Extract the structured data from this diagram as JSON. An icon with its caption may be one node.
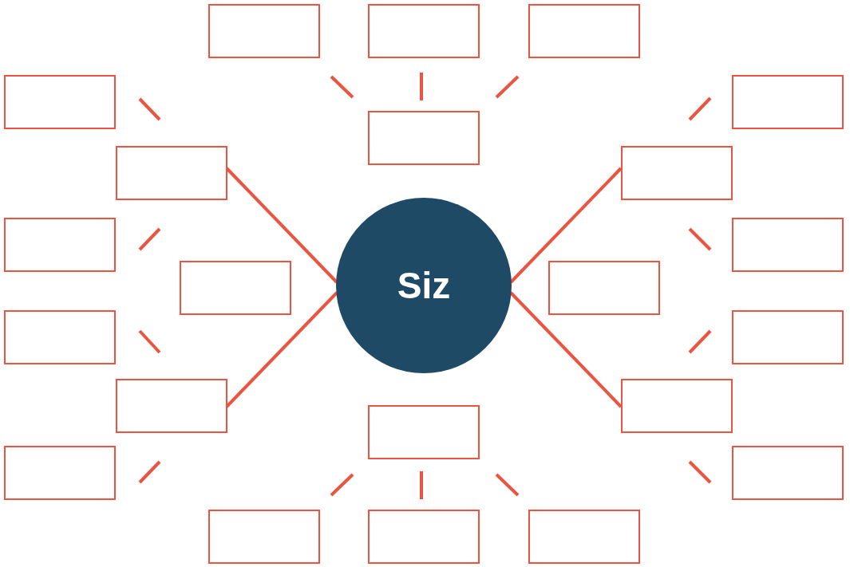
{
  "diagram": {
    "nodes": [
      {
        "text": [],
        "shape": "box"
      },
      {
        "text": [],
        "shape": "box"
      },
      {
        "text": [],
        "shape": "box"
      },
      {
        "text": [],
        "shape": "box"
      },
      {
        "text": [],
        "shape": "box"
      },
      {
        "text": [],
        "shape": "box"
      },
      {
        "text": [],
        "shape": "box"
      },
      {
        "text": [],
        "shape": "box"
      },
      {
        "text": [],
        "shape": "box"
      },
      {
        "text": [],
        "shape": "box"
      },
      {
        "text": [],
        "shape": "box"
      },
      {
        "text": [
          "Siz"
        ]
      },
      {
        "text": [],
        "shape": "box"
      },
      {
        "text": [],
        "shape": "box"
      },
      {
        "text": [],
        "shape": "box"
      },
      {
        "text": [],
        "shape": "box"
      },
      {
        "text": [],
        "shape": "box"
      },
      {
        "text": [],
        "shape": "box"
      },
      {
        "text": [],
        "shape": "box"
      },
      {
        "text": [],
        "shape": "box"
      },
      {
        "text": [],
        "shape": "box"
      },
      {
        "text": [],
        "shape": "box"
      },
      {
        "text": [],
        "shape": "box"
      }
    ],
    "edges": [
      {
        "from": 11,
        "to": 6,
        "arrow": "none"
      },
      {
        "from": 11,
        "to": 15,
        "arrow": "none"
      },
      {
        "from": 11,
        "to": 7,
        "arrow": "none"
      },
      {
        "from": 11,
        "to": 16,
        "arrow": "none"
      },
      {
        "from": 5,
        "to": 0,
        "arrow": "none"
      },
      {
        "from": 5,
        "to": 1,
        "arrow": "none"
      },
      {
        "from": 5,
        "to": 2,
        "arrow": "none"
      },
      {
        "from": 17,
        "to": 20,
        "arrow": "none"
      },
      {
        "from": 17,
        "to": 21,
        "arrow": "none"
      },
      {
        "from": 17,
        "to": 22,
        "arrow": "none"
      },
      {
        "from": 6,
        "to": 3,
        "arrow": "none"
      },
      {
        "from": 6,
        "to": 8,
        "arrow": "none"
      },
      {
        "from": 15,
        "to": 13,
        "arrow": "none"
      },
      {
        "from": 15,
        "to": 18,
        "arrow": "none"
      },
      {
        "from": 7,
        "to": 4,
        "arrow": "none"
      },
      {
        "from": 7,
        "to": 9,
        "arrow": "none"
      },
      {
        "from": 16,
        "to": 14,
        "arrow": "none"
      },
      {
        "from": 16,
        "to": 19,
        "arrow": "none"
      }
    ]
  }
}
